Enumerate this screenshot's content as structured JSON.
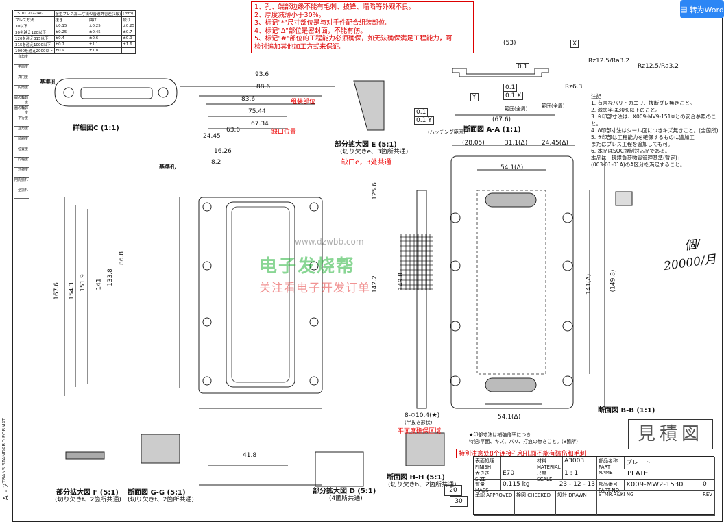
{
  "red_notes": [
    "1、孔、端部边缘不能有毛刺、披锋、塌陷等外观不良。",
    "2、厚度减薄小于30%。",
    "3、标记\"*\"尺寸部位是与对手件配合组装部位。",
    "4、标记\"Δ\"部位是密封面，不能有伤。",
    "5、标记\"#\"部位的工程能力必须确保，如无法确保满足工程能力，可",
    "检讨追加其他加工方式来保证。"
  ],
  "convert_button": {
    "label": "转为Word"
  },
  "std_table": {
    "title": "TS 101-02-04G",
    "header2": "金型プレス加工寸法の普通許容差(1級)",
    "unit": "(mm)",
    "rows": [
      [
        "プレス方法",
        "抜き",
        "曲げ",
        "絞り"
      ],
      [
        "30以下",
        "±0.15",
        "±0.25",
        "±0.25"
      ],
      [
        "30を越え120以下",
        "±0.25",
        "±0.45",
        "±0.7"
      ],
      [
        "120を越え315以下",
        "±0.4",
        "±0.6",
        "±0.9"
      ],
      [
        "315を越え1000以下",
        "±0.7",
        "±1.1",
        "±1.6"
      ],
      [
        "1000を越え2000以下",
        "±0.9",
        "±1.8",
        ""
      ]
    ]
  },
  "legend": [
    "直角度",
    "平面度",
    "真円度",
    "円筒度",
    "線の輪郭度",
    "面の輪郭度",
    "平行度",
    "直角度",
    "傾斜度",
    "位置度",
    "同軸度",
    "対称度",
    "円周振れ",
    "全振れ"
  ],
  "labels": {
    "detail_c": "詳細図C (1:1)",
    "reference_hole": "基準孔",
    "reference_hole2": "基準孔",
    "section_aa": "断面図 A-A (1:1)",
    "section_bb": "断面図 B-B (1:1)",
    "partial_e": "部分拡大図 E (5:1)",
    "partial_e_sub": "(切り欠きe、3箇所共通)",
    "cutout_e_cn": "缺口e，3处共通",
    "partial_f": "部分拡大図 F (5:1)",
    "partial_f_sub": "(切り欠きf、2箇所共通)",
    "section_gg": "断面図 G-G (5:1)",
    "section_gg_sub": "(切り欠きf、2箇所共通)",
    "partial_d": "部分拡大図 D (5:1)",
    "partial_d_sub": "(4箇所共通)",
    "section_hh": "断面図 H-H (5:1)",
    "section_hh_sub": "(切り欠きh、2箇所共通)",
    "assembly_cn": "组装部位",
    "notch_pos_cn": "缺口位置",
    "flat_zone_cn": "平面度确保区域",
    "hatching": "(ハッチング範囲)",
    "range1": "範囲(全周)",
    "range2": "範囲(全周)",
    "dim_936": "93.6",
    "dim_886": "88.6",
    "dim_836": "83.6",
    "dim_7544": "75.44",
    "dim_6734": "67.34",
    "dim_636": "63.6",
    "dim_2445": "24.45",
    "dim_1626": "16.26",
    "dim_82": "8.2",
    "dim_1676": "167.6",
    "dim_1543": "154.3",
    "dim_1519": "151.9",
    "dim_141": "141",
    "dim_1338": "133.8",
    "dim_868": "86.8",
    "dim_1498": "149.8",
    "dim_1422": "142.2",
    "dim_1256": "125.6",
    "dim_418": "41.8",
    "dim_53": "(53)",
    "dim_676": "(67.6)",
    "dim_2805": "(28.05)",
    "dim_311": "31.1(Δ)",
    "dim_2445b": "24.45(Δ)",
    "dim_541": "54.1(Δ)",
    "dim_541b": "54.1(Δ)",
    "dim_1498b": "(149.8)",
    "dim_141b": "141(Δ)",
    "rz1": "Rz12.5/Ra3.2",
    "rz2": "Rz12.5/Ra3.2",
    "rz3": "Rz6.3",
    "tol1": "0.1",
    "tol2": "0.1",
    "tol3": "0.1 X",
    "tol4": "0.1",
    "tol5": "0.1 Y",
    "datum_x": "X",
    "datum_y": "Y",
    "count_hw": "個/",
    "count_hw2": "20000/月",
    "special_note": "特別注意处8个连接孔和孔面不能有磕伤和毛刺",
    "mitsumori": "見積図",
    "hole_note": "8-Φ10.4(★)",
    "hole_note2": "(半抜き形状)",
    "star_note": "★印部寸法は補強倍率につき",
    "star_note2": "特記:平面、キズ、バリ、打痕の無きこと。(8箇所)",
    "watermark_cn1": "电子发烧帮",
    "watermark_cn2": "关注看电子开发订单",
    "watermark_url": "www.dzwbb.com",
    "sheet": "A - 2",
    "std_format": "TRANS STANDARD FORMAT"
  },
  "right_notes": [
    "注記",
    "1. 有害なバリ・カエリ、抜断ダレ無きこと。",
    "2. 減肉率は30%以下のこと。",
    "3. ※印部寸法は、X009-MV9-151※との安合参照のこと。",
    "4. Δ印部寸法はシール面につきキズ無きこと。(全箇所)",
    "5. #印部は工程能力を確保するものに追加工",
    "   またはプレス工程を追加しても可。",
    "6. 本品はSOC規制対応品である。",
    "   本品は「環境負荷物質管理基準(暫定)」",
    "   (003-01-01A)のA区分を満足すること。"
  ],
  "title_block": {
    "finish_label": "表面処理 FINISH",
    "material_label": "材料 MATERIAL",
    "material": "A3003",
    "size_label": "大きさ SIZE",
    "size": "E70",
    "scale_label": "尺度 SCALE",
    "scale": "1 : 1",
    "mass_label": "質量 MASS",
    "mass": "0.115 kg",
    "date": "23 - 12 - 13",
    "approved": "承認 APPROVED",
    "checked": "検図 CHECKED",
    "drawn": "設計 DRAWN",
    "part_name_label": "部品名称 PART NAME",
    "part_name_jp": "プレート",
    "part_name": "PLATE",
    "part_no_label": "部品番号 PART NO.",
    "part_no": "X009-MW2-1530",
    "rev_label": "REV",
    "rev": "0",
    "company": "STMR.R&KI NG",
    "box_20": "20",
    "box_30": "30"
  }
}
